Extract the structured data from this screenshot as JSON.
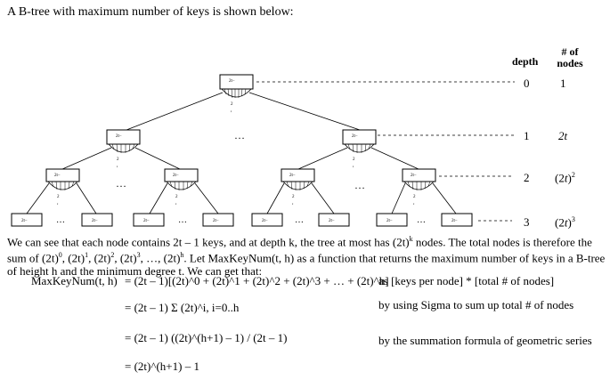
{
  "intro": "A B-tree with maximum number of keys is shown below:",
  "table_headers": {
    "depth": "depth",
    "nodes": "# of nodes"
  },
  "levels": [
    {
      "depth": "0",
      "nodes": "1"
    },
    {
      "depth": "1",
      "nodes": "2t"
    },
    {
      "depth": "2",
      "nodes": "(2t)^2"
    },
    {
      "depth": "3",
      "nodes": "(2t)^3"
    }
  ],
  "node_label": "2t−",
  "child_label": "2",
  "ellipsis": "…",
  "paragraph": {
    "p1": "We can see that each node contains 2t – 1 keys, and at depth k, the tree at most has (2t)",
    "p1_sup": "k",
    "p2": " nodes. The total nodes is therefore the sum of (2t)",
    "s0": "0",
    "c1": ", (2t)",
    "s1": "1",
    "c2": ", (2t)",
    "s2": "2",
    "c3": ", (2t)",
    "s3": "3",
    "c4": ", …, (2t)",
    "sh": "h",
    "p3": ". Let MaxKeyNum(t, h) as a function that returns the maximum number of keys in a B-tree of height h and the minimum degree t. We can get that:"
  },
  "equations": {
    "lhs": "MaxKeyNum(t, h)",
    "line1": "= (2t – 1)[(2t)^0 + (2t)^1 + (2t)^2 + (2t)^3 + … + (2t)^h]",
    "line2": "= (2t – 1) Σ (2t)^i, i=0..h",
    "line3": "= (2t – 1) ((2t)^(h+1) – 1) / (2t – 1)",
    "line4": "= (2t)^(h+1) – 1"
  },
  "notes": {
    "n1": "as [keys per node] * [total # of nodes]",
    "n2": "by using Sigma to sum up total # of nodes",
    "n3": "by the summation formula of geometric series"
  }
}
